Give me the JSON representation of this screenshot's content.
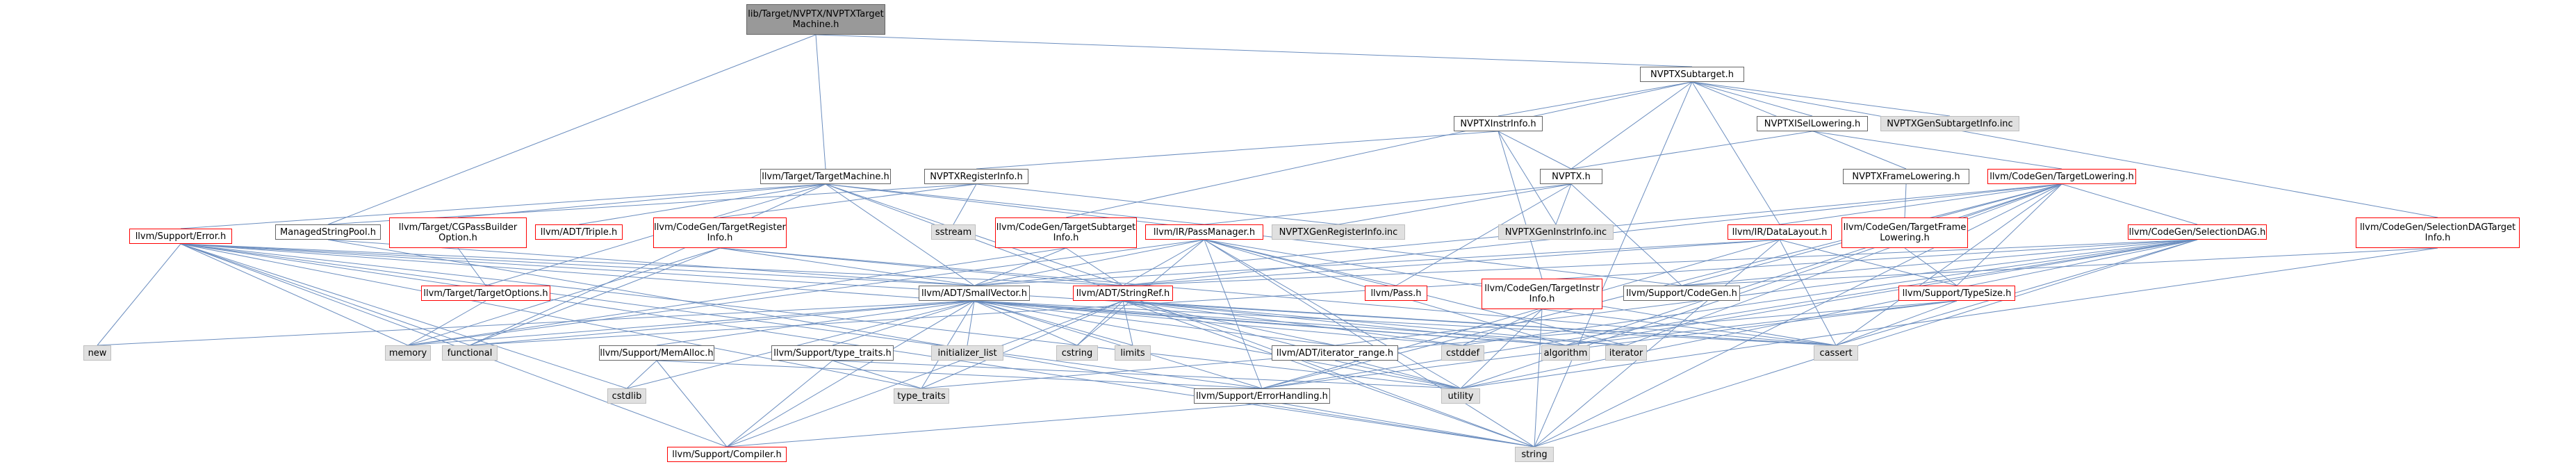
{
  "nodes": {
    "root": "lib/Target/NVPTX/NVPTXTarget\nMachine.h",
    "subtarget": "NVPTXSubtarget.h",
    "targetmachine": "llvm/Target/TargetMachine.h",
    "instrinfo": "NVPTXInstrInfo.h",
    "isellowering": "NVPTXISelLowering.h",
    "gensubtargetinfo": "NVPTXGenSubtargetInfo.inc",
    "registerinfo": "NVPTXRegisterInfo.h",
    "nvptx": "NVPTX.h",
    "framelowering": "NVPTXFrameLowering.h",
    "targetlowering": "llvm/CodeGen/TargetLowering.h",
    "error": "llvm/Support/Error.h",
    "managedstringpool": "ManagedStringPool.h",
    "cgpassbuilder": "llvm/Target/CGPassBuilder\nOption.h",
    "triple": "llvm/ADT/Triple.h",
    "targetregisterinfo": "llvm/CodeGen/TargetRegister\nInfo.h",
    "sstream": "sstream",
    "targetsubtargetinfo": "llvm/CodeGen/TargetSubtarget\nInfo.h",
    "passmanager": "llvm/IR/PassManager.h",
    "genregisterinfo": "NVPTXGenRegisterInfo.inc",
    "geninstrinfo": "NVPTXGenInstrInfo.inc",
    "datalayout": "llvm/IR/DataLayout.h",
    "targetframelowering": "llvm/CodeGen/TargetFrame\nLowering.h",
    "selectiondag": "llvm/CodeGen/SelectionDAG.h",
    "selectiondagtargetinfo": "llvm/CodeGen/SelectionDAGTarget\nInfo.h",
    "targetoptions": "llvm/Target/TargetOptions.h",
    "smallvector": "llvm/ADT/SmallVector.h",
    "stringref": "llvm/ADT/StringRef.h",
    "pass": "llvm/Pass.h",
    "targetinstrinfo": "llvm/CodeGen/TargetInstr\nInfo.h",
    "typesize": "llvm/Support/TypeSize.h",
    "codegen": "llvm/Support/CodeGen.h",
    "new": "new",
    "memory": "memory",
    "functional": "functional",
    "memalloc": "llvm/Support/MemAlloc.h",
    "typetraits_h": "llvm/Support/type_traits.h",
    "initializer_list": "initializer_list",
    "cstring": "cstring",
    "limits": "limits",
    "iterator_range": "llvm/ADT/iterator_range.h",
    "cstddef": "cstddef",
    "algorithm": "algorithm",
    "iterator": "iterator",
    "cassert": "cassert",
    "cstdlib": "cstdlib",
    "type_traits": "type_traits",
    "errorhandling": "llvm/Support/ErrorHandling.h",
    "utility": "utility",
    "compiler": "llvm/Support/Compiler.h",
    "string": "string"
  },
  "colors": {
    "edge": "#6c8ebf",
    "node_border": "#666666",
    "node_border_incomplete": "#ff0000",
    "std_fill": "#e0e0e0",
    "root_fill": "#999999"
  }
}
